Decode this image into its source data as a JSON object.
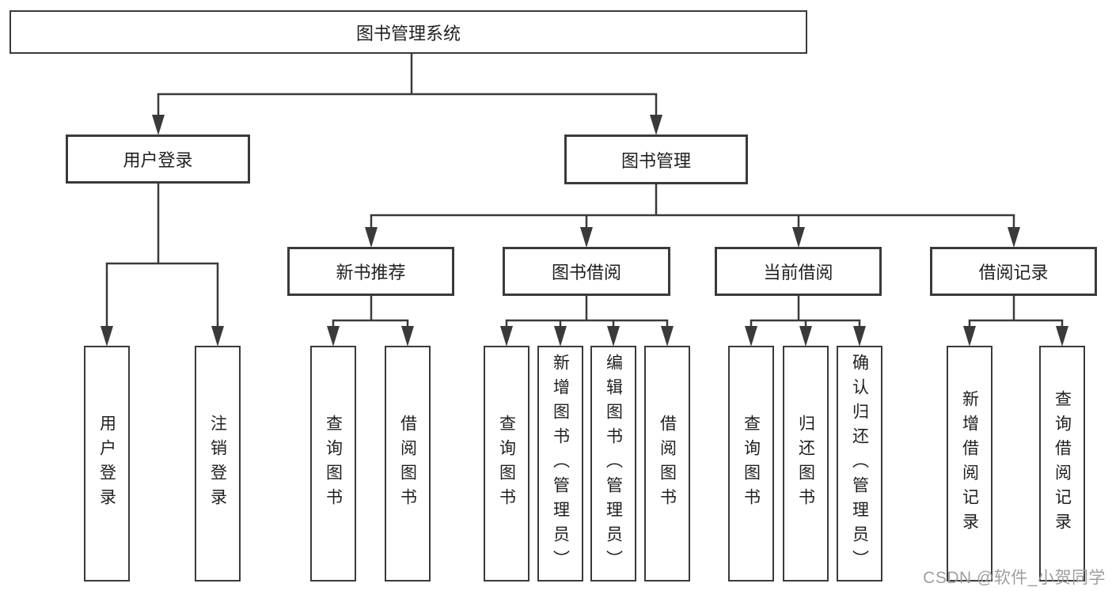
{
  "diagram_type": "hierarchy-tree",
  "tree": {
    "label": "图书管理系统",
    "children": [
      {
        "label": "用户登录",
        "children": [
          {
            "label": "用户登录"
          },
          {
            "label": "注销登录"
          }
        ]
      },
      {
        "label": "图书管理",
        "children": [
          {
            "label": "新书推荐",
            "children": [
              {
                "label": "查询图书"
              },
              {
                "label": "借阅图书"
              }
            ]
          },
          {
            "label": "图书借阅",
            "children": [
              {
                "label": "查询图书"
              },
              {
                "label": "新增图书（管理员）"
              },
              {
                "label": "编辑图书（管理员）"
              },
              {
                "label": "借阅图书"
              }
            ]
          },
          {
            "label": "当前借阅",
            "children": [
              {
                "label": "查询图书"
              },
              {
                "label": "归还图书"
              },
              {
                "label": "确认归还（管理员）"
              }
            ]
          },
          {
            "label": "借阅记录",
            "children": [
              {
                "label": "新增借阅记录"
              },
              {
                "label": "查询借阅记录"
              }
            ]
          }
        ]
      }
    ]
  },
  "watermark": "CSDN @软件_小贺同学",
  "colors": {
    "line": "#3a3a3a",
    "text": "#1f1f1f",
    "background": "#ffffff",
    "watermark": "#9e9e9e"
  }
}
